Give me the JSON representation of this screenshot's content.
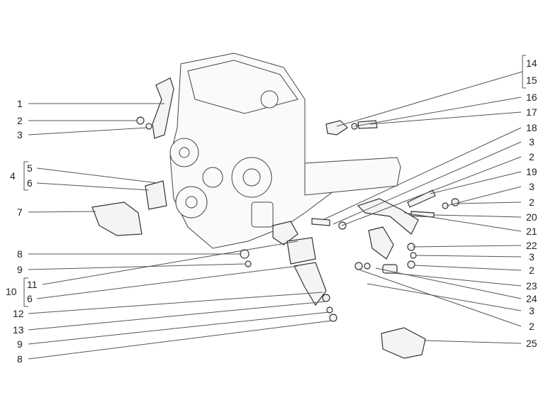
{
  "diagram": {
    "left_labels": [
      "1",
      "2",
      "3",
      "4",
      "5",
      "6",
      "7",
      "8",
      "9",
      "10",
      "11",
      "6",
      "12",
      "13",
      "9",
      "8"
    ],
    "right_labels": [
      "14",
      "15",
      "16",
      "17",
      "18",
      "3",
      "2",
      "19",
      "3",
      "2",
      "20",
      "21",
      "22",
      "3",
      "2",
      "23",
      "24",
      "3",
      "2",
      "25"
    ]
  }
}
